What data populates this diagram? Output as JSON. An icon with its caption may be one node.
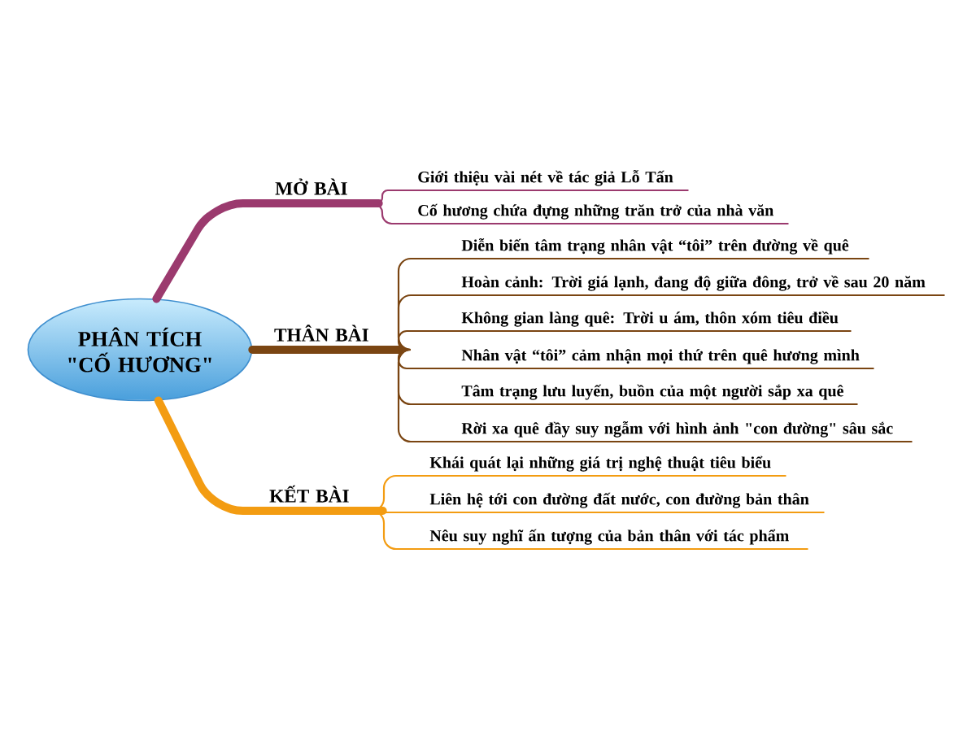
{
  "diagram": {
    "nodes": [
      {
        "text": [
          "PHÂN TÍCH \"CỐ HƯƠNG\""
        ]
      },
      {
        "text": [
          "MỞ BÀI"
        ]
      },
      {
        "text": [
          "Giới thiệu vài nét về tác giả Lỗ Tấn"
        ]
      },
      {
        "text": [
          "Cố hương chứa đựng những trăn trở của nhà văn"
        ]
      },
      {
        "text": [
          "THÂN BÀI"
        ]
      },
      {
        "text": [
          "Diễn biến tâm trạng nhân vật “tôi” trên đường về quê"
        ]
      },
      {
        "text": [
          "Hoàn cảnh: Trời giá lạnh, đang độ giữa đông, trở về sau 20 năm"
        ]
      },
      {
        "text": [
          "Không gian làng quê: Trời u ám, thôn xóm tiêu điều"
        ]
      },
      {
        "text": [
          "Nhân vật “tôi” cảm nhận mọi thứ trên quê hương mình"
        ]
      },
      {
        "text": [
          "Tâm trạng lưu luyến, buồn của một người sắp xa quê"
        ]
      },
      {
        "text": [
          "Rời xa quê đầy suy ngẫm với hình ảnh \"con đường\" sâu sắc"
        ]
      },
      {
        "text": [
          "KẾT BÀI"
        ]
      },
      {
        "text": [
          "Khái quát lại những giá trị nghệ thuật tiêu biểu"
        ]
      },
      {
        "text": [
          "Liên hệ tới con đường đất nước, con đường bản thân"
        ]
      },
      {
        "text": [
          "Nêu suy nghĩ ấn tượng của bản thân với tác phẩm"
        ]
      }
    ],
    "edges": [
      {
        "from": 0,
        "to": 1,
        "arrow": "none",
        "style": "thick",
        "color": "#9b3a6e"
      },
      {
        "from": 1,
        "to": 2,
        "arrow": "none",
        "color": "#9b3a6e"
      },
      {
        "from": 1,
        "to": 3,
        "arrow": "none",
        "color": "#9b3a6e"
      },
      {
        "from": 0,
        "to": 4,
        "arrow": "none",
        "style": "thick"
      },
      {
        "from": 4,
        "to": 5,
        "arrow": "none"
      },
      {
        "from": 4,
        "to": 6,
        "arrow": "none"
      },
      {
        "from": 4,
        "to": 7,
        "arrow": "none"
      },
      {
        "from": 4,
        "to": 8,
        "arrow": "none"
      },
      {
        "from": 4,
        "to": 9,
        "arrow": "none"
      },
      {
        "from": 4,
        "to": 10,
        "arrow": "none"
      },
      {
        "from": 0,
        "to": 11,
        "arrow": "none",
        "style": "thick",
        "color": "#f39c12"
      },
      {
        "from": 11,
        "to": 12,
        "arrow": "none",
        "color": "#f39c12"
      },
      {
        "from": 11,
        "to": 13,
        "arrow": "none",
        "color": "#f39c12"
      },
      {
        "from": 11,
        "to": 14,
        "arrow": "none",
        "color": "#f39c12"
      }
    ]
  }
}
